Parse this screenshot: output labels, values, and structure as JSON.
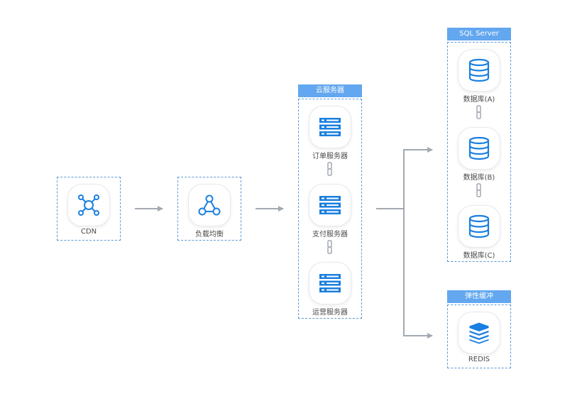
{
  "nodes": {
    "cdn": "CDN",
    "lb": "负载均衡",
    "order": "订单服务器",
    "pay": "支付服务器",
    "ops": "运营服务器",
    "dba": "数据库(A)",
    "dbb": "数据库(B)",
    "dbc": "数据库(C)",
    "redis": "REDIS"
  },
  "groups": {
    "cloud": "云服务器",
    "sql": "SQL Server",
    "cache": "弹性缓冲"
  },
  "icons": {
    "cdn": "network-hub-icon",
    "lb": "triangle-nodes-icon",
    "server": "server-rack-icon",
    "database": "database-cylinder-icon",
    "redis": "layer-stack-icon",
    "link": "chain-link-icon"
  },
  "colors": {
    "accent": "#1a7fe0",
    "header": "#62a7ef",
    "arrow": "#a3a9b0",
    "border": "#5b9bd6"
  }
}
